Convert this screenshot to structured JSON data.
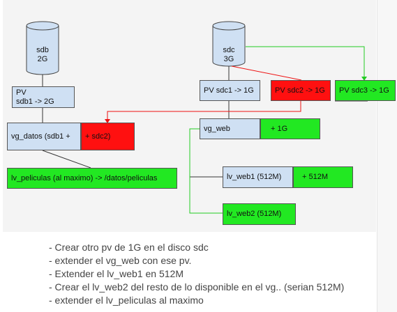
{
  "disks": {
    "sdb": {
      "name": "sdb",
      "size": "2G"
    },
    "sdc": {
      "name": "sdc",
      "size": "3G"
    }
  },
  "pvs": {
    "sdb1": "PV\nsdb1 -> 2G",
    "sdc1": "PV sdc1 -> 1G",
    "sdc2": "PV sdc2 -> 1G",
    "sdc3": "PV sdc3 -> 1G"
  },
  "vgs": {
    "vg_datos": "vg_datos (sdb1 +",
    "vg_datos_ext": "+ sdc2)",
    "vg_web": "vg_web",
    "vg_web_ext": "+     1G"
  },
  "lvs": {
    "lv_peliculas": "lv_peliculas (al maximo) -> /datos/peliculas",
    "lv_web1": "lv_web1 (512M)",
    "lv_web1_ext": "+     512M",
    "lv_web2": "lv_web2 (512M)"
  },
  "notes": [
    "- Crear otro pv de 1G en el disco sdc",
    "- extender el vg_web con ese pv.",
    "- Extender el lv_web1 en 512M",
    "- Crear el lv_web2 del resto de lo disponible en el vg.. (serian 512M)",
    "- extender el lv_peliculas al maximo"
  ],
  "colors": {
    "blue_box": "#cfe0f3",
    "green_box": "#22e822",
    "red_box": "#ff1010",
    "green_line": "#22cc22",
    "red_line": "#ee1111"
  }
}
